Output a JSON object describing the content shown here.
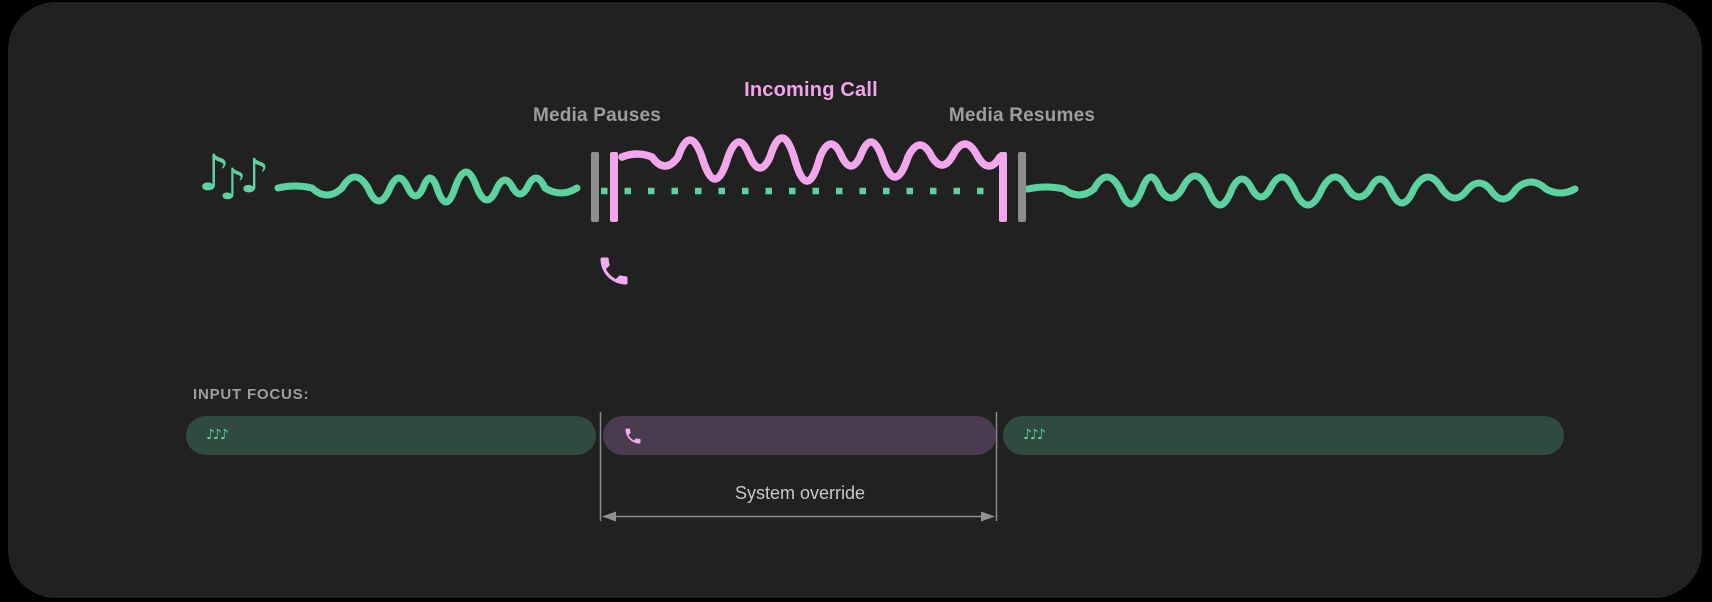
{
  "timeline": {
    "media_pauses_label": "Media Pauses",
    "incoming_call_label": "Incoming Call",
    "media_resumes_label": "Media Resumes"
  },
  "input_focus": {
    "heading": "INPUT FOCUS:",
    "override_label": "System override",
    "tracks": [
      {
        "name": "media-before-call",
        "icon": "music-notes-icon",
        "state": "has-focus"
      },
      {
        "name": "incoming-call",
        "icon": "phone-icon",
        "state": "system-override"
      },
      {
        "name": "media-after-call",
        "icon": "music-notes-icon",
        "state": "focus-returned"
      }
    ]
  },
  "icons": {
    "music_note": "♪",
    "music_notes": "♪♪♪"
  },
  "colors": {
    "media_green": "#5cd2a0",
    "call_pink": "#f2a7ec",
    "call_label_pink": "#f2a3ec",
    "pill_green": "#2f4a3e",
    "pill_purple": "#4a3c4e",
    "marker_gray": "#8e8e8e",
    "label_gray": "#9e9e9e",
    "card_background": "#212121",
    "page_background": "#000000"
  }
}
